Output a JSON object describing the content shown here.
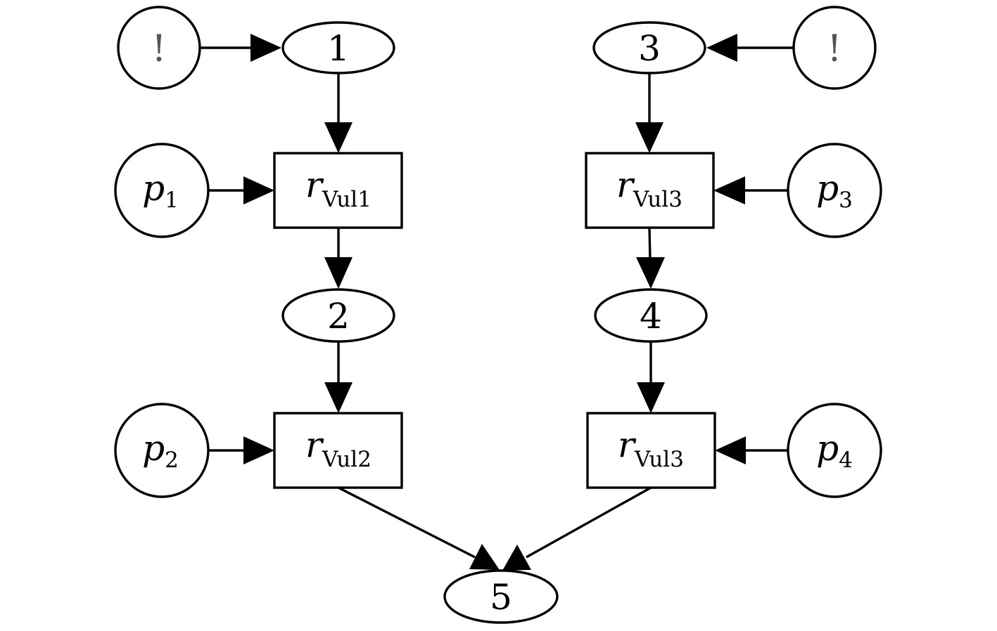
{
  "diagram": {
    "nodes": [
      {
        "id": "bang1",
        "label": "!"
      },
      {
        "id": "n1",
        "label": "1"
      },
      {
        "id": "n3",
        "label": "3"
      },
      {
        "id": "bang2",
        "label": "!"
      },
      {
        "id": "p1",
        "label": "p",
        "sub": "1"
      },
      {
        "id": "r1",
        "label": "r",
        "sub": "Vul1"
      },
      {
        "id": "r3a",
        "label": "r",
        "sub": "Vul3"
      },
      {
        "id": "p3",
        "label": "p",
        "sub": "3"
      },
      {
        "id": "n2",
        "label": "2"
      },
      {
        "id": "n4",
        "label": "4"
      },
      {
        "id": "p2",
        "label": "p",
        "sub": "2"
      },
      {
        "id": "r2",
        "label": "r",
        "sub": "Vul2"
      },
      {
        "id": "r3b",
        "label": "r",
        "sub": "Vul3"
      },
      {
        "id": "p4",
        "label": "p",
        "sub": "4"
      },
      {
        "id": "n5",
        "label": "5"
      }
    ],
    "edges": [
      {
        "from": "bang1",
        "to": "n1"
      },
      {
        "from": "n1",
        "to": "r1"
      },
      {
        "from": "p1",
        "to": "r1"
      },
      {
        "from": "r1",
        "to": "n2"
      },
      {
        "from": "n2",
        "to": "r2"
      },
      {
        "from": "p2",
        "to": "r2"
      },
      {
        "from": "r2",
        "to": "n5"
      },
      {
        "from": "bang2",
        "to": "n3"
      },
      {
        "from": "n3",
        "to": "r3a"
      },
      {
        "from": "p3",
        "to": "r3a"
      },
      {
        "from": "r3a",
        "to": "n4"
      },
      {
        "from": "n4",
        "to": "r3b"
      },
      {
        "from": "p4",
        "to": "r3b"
      },
      {
        "from": "r3b",
        "to": "n5"
      }
    ]
  }
}
